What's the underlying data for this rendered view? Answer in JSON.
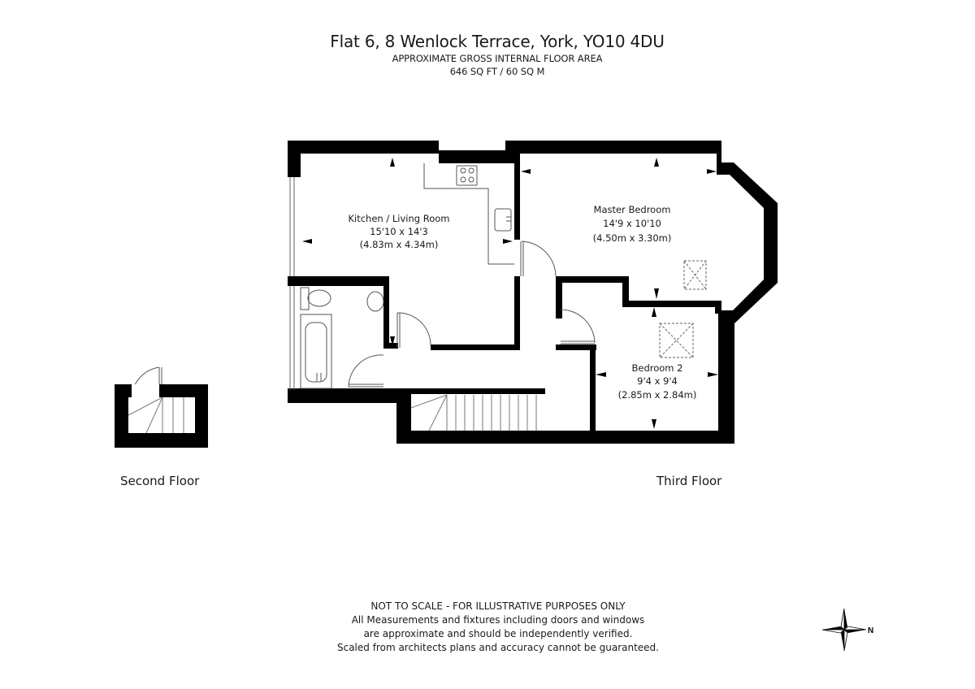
{
  "header": {
    "title": "Flat 6, 8 Wenlock Terrace, York, YO10 4DU",
    "subtitle": "APPROXIMATE GROSS INTERNAL FLOOR AREA",
    "area": "646 SQ FT / 60 SQ M"
  },
  "rooms": [
    {
      "name": "Kitchen / Living Room",
      "imperial": "15'10 x 14'3",
      "metric": "(4.83m x 4.34m)"
    },
    {
      "name": "Master Bedroom",
      "imperial": "14'9 x 10'10",
      "metric": "(4.50m x 3.30m)"
    },
    {
      "name": "Bedroom 2",
      "imperial": "9'4 x 9'4",
      "metric": "(2.85m x 2.84m)"
    }
  ],
  "floors": {
    "second": "Second Floor",
    "third": "Third Floor"
  },
  "disclaimer": {
    "line1": "NOT TO SCALE - FOR ILLUSTRATIVE PURPOSES ONLY",
    "line2": "All Measurements and fixtures including doors and windows",
    "line3": "are approximate and should be independently verified.",
    "line4": "Scaled from architects plans and accuracy cannot be guaranteed."
  },
  "compass": {
    "label": "N",
    "icon": "compass-rose-icon"
  },
  "colors": {
    "wall": "#000000",
    "fixture": "#555555",
    "background": "#ffffff"
  }
}
